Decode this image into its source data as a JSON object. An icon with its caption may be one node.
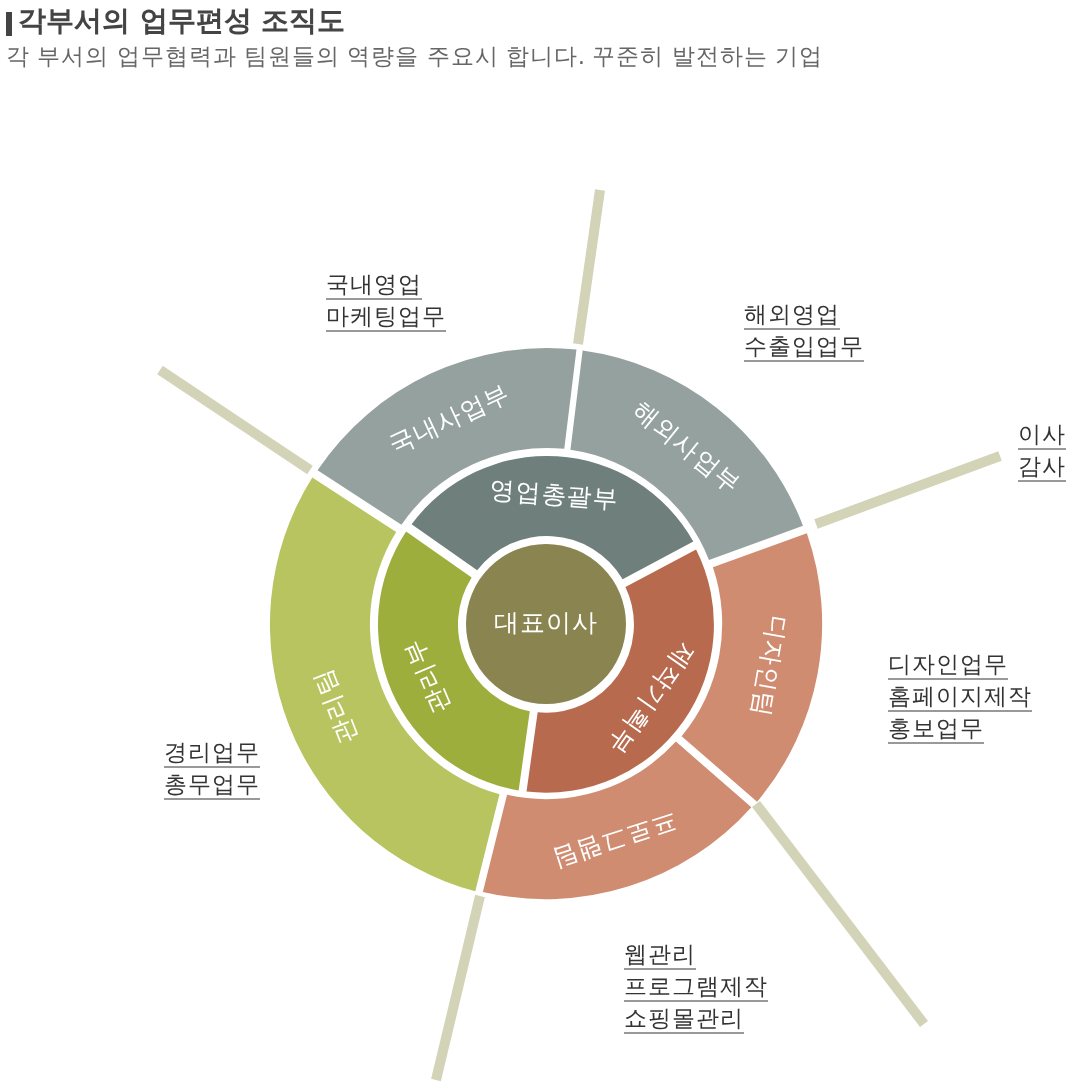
{
  "diagram": {
    "title": "각부서의 업무편성 조직도",
    "caption": "각 부서의 업무협력과 팀원들의 역량을 주요시 합니다. 꾸준히 발전하는 기업",
    "nodes": [
      {
        "text": [
          "대표이사"
        ]
      },
      {
        "text": [
          "영업총괄부"
        ]
      },
      {
        "text": [
          "제작기획부"
        ]
      },
      {
        "text": [
          "관리부"
        ]
      },
      {
        "text": [
          "국내사업부"
        ],
        "beside": [
          "국내영업",
          "마케팅업무"
        ]
      },
      {
        "text": [
          "해외사업부"
        ],
        "beside": [
          "해외영업",
          "수출입업무"
        ]
      },
      {
        "text": [
          "디자인팀"
        ],
        "beside": [
          "디자인업무",
          "홈페이지제작",
          "홍보업무"
        ]
      },
      {
        "text": [
          "프로그램팀"
        ],
        "beside": [
          "웹관리",
          "프로그램제작",
          "쇼핑몰관리"
        ]
      },
      {
        "text": [
          "관리팀"
        ],
        "beside": [
          "경리업무",
          "총무업무"
        ]
      }
    ],
    "labels": [
      "이사",
      "감사"
    ]
  }
}
